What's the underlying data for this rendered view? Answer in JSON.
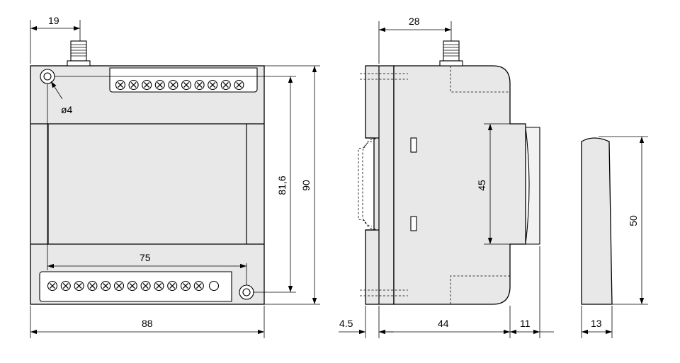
{
  "front_view": {
    "top_offset": "19",
    "hole_diameter": "ø4",
    "hole_spacing": "75",
    "inner_height": "81,6",
    "height": "90",
    "width": "88"
  },
  "side_view": {
    "antenna_offset": "28",
    "rail_height": "45",
    "rail_depth": "4.5",
    "depth": "44",
    "cover_depth": "11"
  },
  "cover_view": {
    "height": "50",
    "width": "13"
  },
  "colors": {
    "body_fill": "#e8e8e8",
    "line": "#000000",
    "background": "#ffffff"
  }
}
